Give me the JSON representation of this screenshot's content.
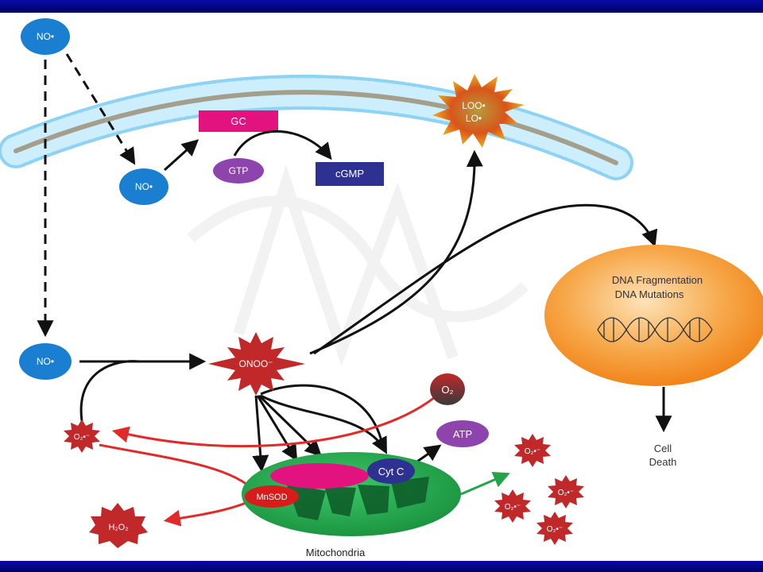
{
  "theme": {
    "bar_color": "#0a0aa8",
    "no_color": "#1a7fd0",
    "gc_color": "#e2137e",
    "gtp_color": "#8e44ad",
    "cgmp_color": "#2e3192",
    "radical_color": "#c0282a",
    "mito_color": "#22a54a",
    "dna_color": "#f7941d",
    "membrane_color": "#8fd3f4",
    "inhibit_arrow_color": "#e12a2a",
    "export_arrow_color": "#22a54a"
  },
  "labels": {
    "no_top": "NO•",
    "no_membrane": "NO•",
    "no_left": "NO•",
    "gc": "GC",
    "gtp": "GTP",
    "cgmp": "cGMP",
    "lipid_line1": "LOO•",
    "lipid_line2": "LO•",
    "onoo": "ONOO⁻",
    "o2": "O₂",
    "superoxide": "O₂•⁻",
    "h2o2": "H₂O₂",
    "atp": "ATP",
    "cyt_c": "Cyt C",
    "mnsod": "MnSOD",
    "mitochondria": "Mitochondria",
    "dna_line1": "DNA Fragmentation",
    "dna_line2": "DNA Mutations",
    "cell_death_line1": "Cell",
    "cell_death_line2": "Death"
  }
}
